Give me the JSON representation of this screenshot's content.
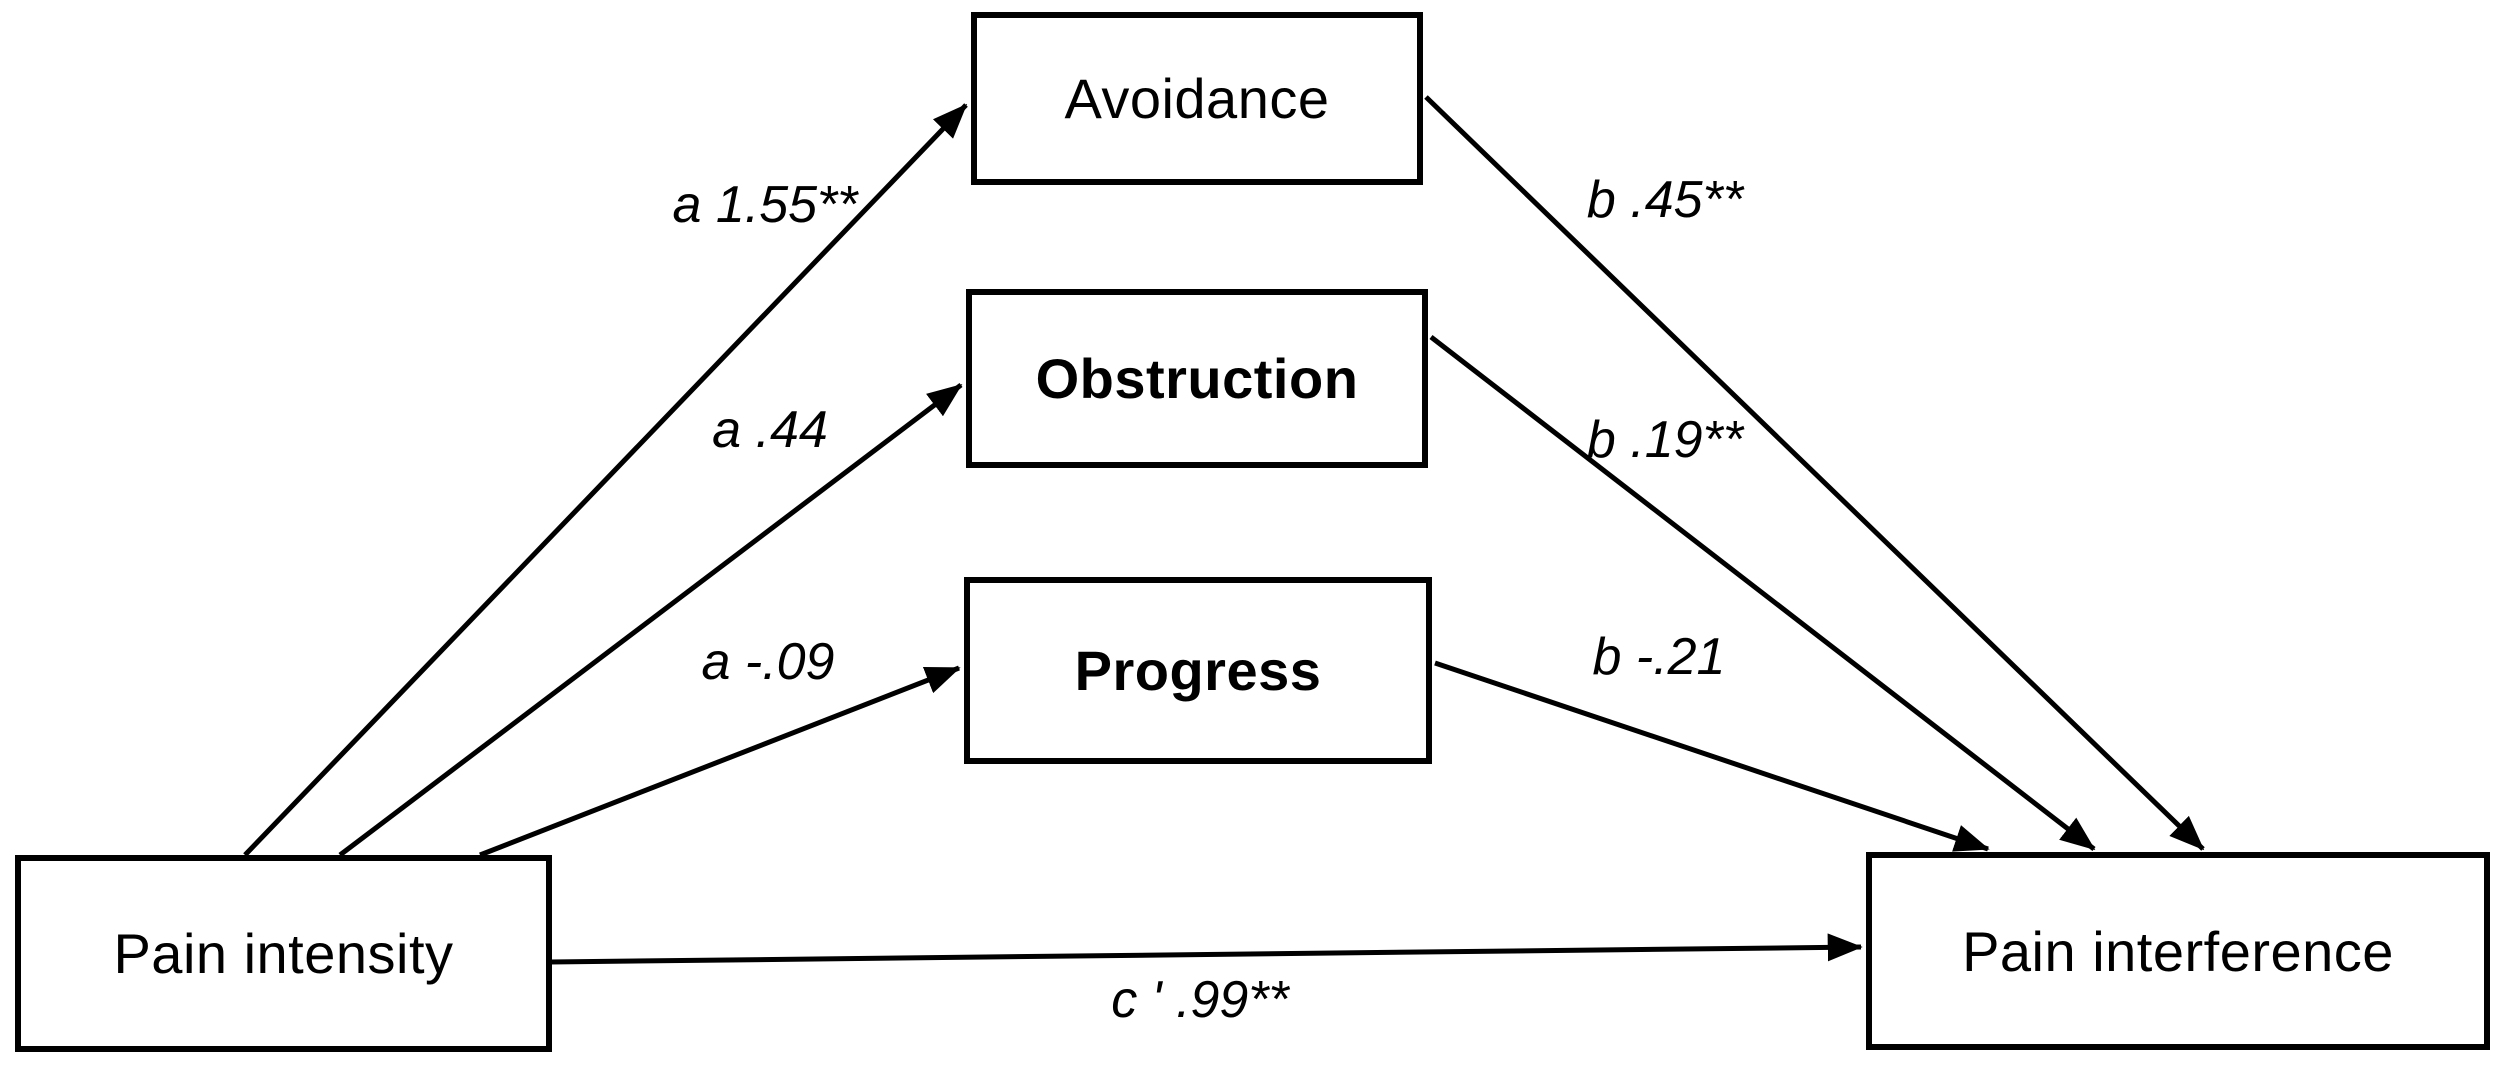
{
  "diagram": {
    "type": "mediation-path-model",
    "colors": {
      "background": "#ffffff",
      "line": "#000000",
      "box_border": "#000000",
      "text": "#000000"
    },
    "nodes": [
      {
        "id": "pain_intensity",
        "label": "Pain intensity",
        "bold": false,
        "role": "predictor"
      },
      {
        "id": "avoidance",
        "label": "Avoidance",
        "bold": false,
        "role": "mediator"
      },
      {
        "id": "obstruction",
        "label": "Obstruction",
        "bold": true,
        "role": "mediator"
      },
      {
        "id": "progress",
        "label": "Progress",
        "bold": true,
        "role": "mediator"
      },
      {
        "id": "pain_interference",
        "label": "Pain interference",
        "bold": false,
        "role": "outcome"
      }
    ],
    "paths": [
      {
        "from": "pain_intensity",
        "to": "avoidance",
        "label": "a 1.55**"
      },
      {
        "from": "pain_intensity",
        "to": "obstruction",
        "label": "a .44"
      },
      {
        "from": "pain_intensity",
        "to": "progress",
        "label": "a -.09"
      },
      {
        "from": "avoidance",
        "to": "pain_interference",
        "label": "b .45**"
      },
      {
        "from": "obstruction",
        "to": "pain_interference",
        "label": "b .19**"
      },
      {
        "from": "progress",
        "to": "pain_interference",
        "label": "b -.21"
      },
      {
        "from": "pain_intensity",
        "to": "pain_interference",
        "label": "c ' .99**"
      }
    ]
  }
}
